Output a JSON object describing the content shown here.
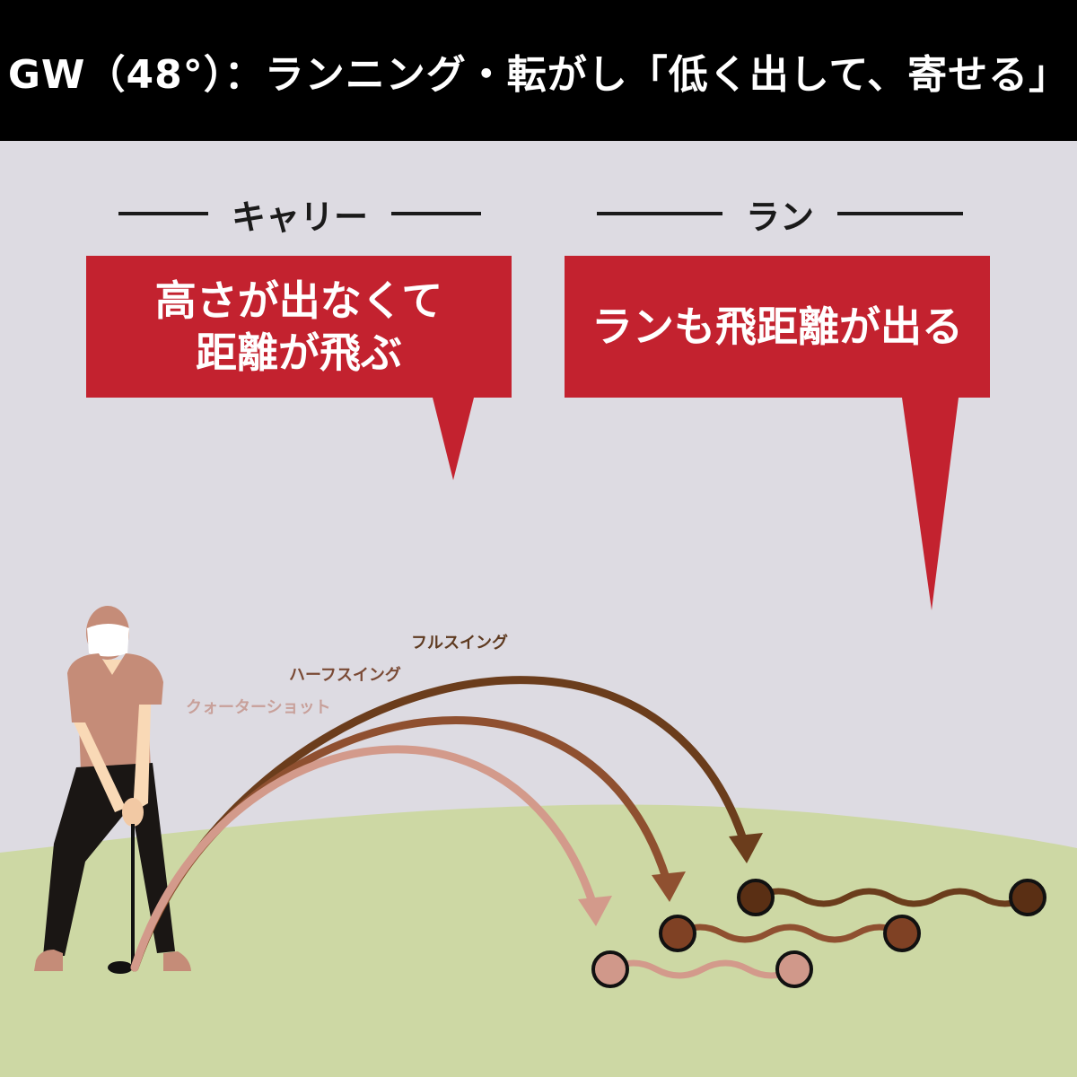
{
  "title": "GW（48°）：ランニング・転がし「低く出して、寄せる」",
  "sections": {
    "carry": {
      "heading": "キャリー",
      "callout_line1": "高さが出なくて",
      "callout_line2": "距離が飛ぶ"
    },
    "run": {
      "heading": "ラン",
      "callout": "ランも飛距離が出る"
    }
  },
  "shots": [
    {
      "label": "フルスイング",
      "color": "#6b3d1c"
    },
    {
      "label": "ハーフスイング",
      "color": "#8f5030"
    },
    {
      "label": "クォーターショット",
      "color": "#d39a8b"
    }
  ],
  "colors": {
    "accent_red": "#c3222f",
    "background": "#dddbe2",
    "grass": "#cdd8a4",
    "title_bg": "#000000"
  }
}
